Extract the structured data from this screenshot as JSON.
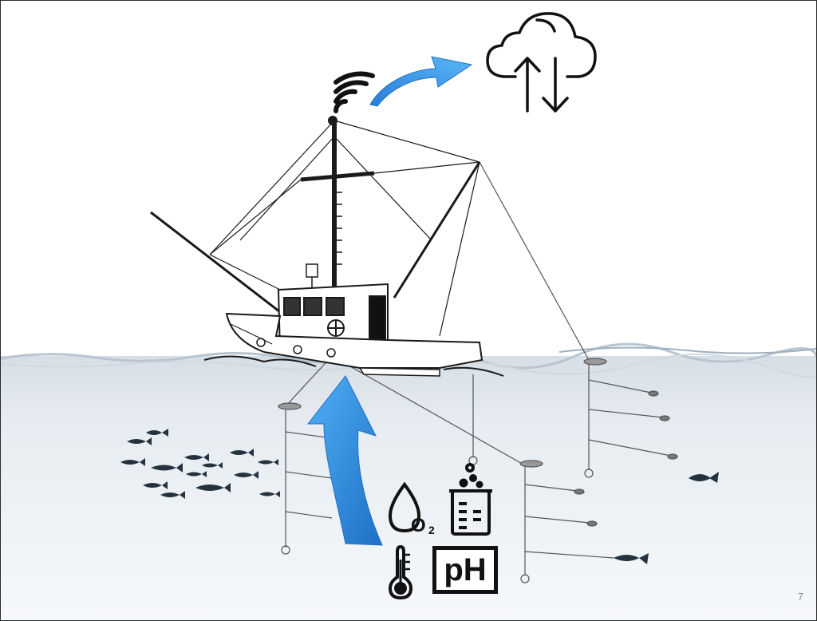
{
  "slide": {
    "page_number": "7"
  },
  "sensors": {
    "oxygen_label": "O",
    "oxygen_subscript": "2",
    "ph_label": "pH"
  },
  "icons": [
    "wifi-signal-icon",
    "cloud-upload-download-icon",
    "oxygen-drop-icon",
    "beaker-icon",
    "thermometer-icon",
    "ph-sensor-icon",
    "fish-icon",
    "fishing-boat-icon"
  ],
  "colors": {
    "arrow_blue": "#2f8fe0",
    "water_top": "#dfe6ec",
    "water_bottom": "#f4f7f9",
    "ink": "#111111",
    "fish": "#243240"
  }
}
